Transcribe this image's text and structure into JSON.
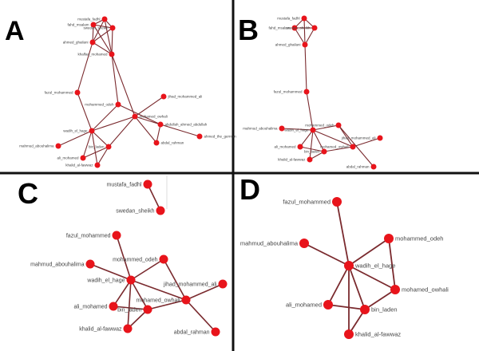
{
  "colors": {
    "node": "#e8141b",
    "edge": "#7a2a2e",
    "divider": "#111111"
  },
  "panels": [
    {
      "letter": "A",
      "nodes": [
        "mustafa_fadhl",
        "fahd_msalam",
        "swedan_sheikh",
        "ahmed_ghailani",
        "khalfan_mohamed",
        "fazul_mohammed",
        "mohammed_odeh",
        "jihad_mohammed_ali",
        "mohamed_owhali",
        "abdullah_ahmed_abdullah",
        "ahmed_the_german",
        "abdal_rahman",
        "wadih_el_hage",
        "bin_laden",
        "mahmud_abouhalima",
        "ali_mohamed",
        "khalid_al-fawwaz"
      ],
      "edges": [
        [
          "mustafa_fadhl",
          "fahd_msalam"
        ],
        [
          "mustafa_fadhl",
          "swedan_sheikh"
        ],
        [
          "mustafa_fadhl",
          "ahmed_ghailani"
        ],
        [
          "mustafa_fadhl",
          "khalfan_mohamed"
        ],
        [
          "fahd_msalam",
          "swedan_sheikh"
        ],
        [
          "fahd_msalam",
          "ahmed_ghailani"
        ],
        [
          "fahd_msalam",
          "khalfan_mohamed"
        ],
        [
          "swedan_sheikh",
          "ahmed_ghailani"
        ],
        [
          "swedan_sheikh",
          "khalfan_mohamed"
        ],
        [
          "ahmed_ghailani",
          "khalfan_mohamed"
        ],
        [
          "ahmed_ghailani",
          "fazul_mohammed"
        ],
        [
          "khalfan_mohamed",
          "mohammed_odeh"
        ],
        [
          "khalfan_mohamed",
          "mohamed_owhali"
        ],
        [
          "fazul_mohammed",
          "wadih_el_hage"
        ],
        [
          "mohammed_odeh",
          "wadih_el_hage"
        ],
        [
          "mohammed_odeh",
          "abdullah_ahmed_abdullah"
        ],
        [
          "mohamed_owhali",
          "jihad_mohammed_ali"
        ],
        [
          "mohamed_owhali",
          "abdullah_ahmed_abdullah"
        ],
        [
          "mohamed_owhali",
          "abdal_rahman"
        ],
        [
          "mohamed_owhali",
          "wadih_el_hage"
        ],
        [
          "mohamed_owhali",
          "bin_laden"
        ],
        [
          "abdullah_ahmed_abdullah",
          "ahmed_the_german"
        ],
        [
          "abdullah_ahmed_abdullah",
          "abdal_rahman"
        ],
        [
          "wadih_el_hage",
          "mahmud_abouhalima"
        ],
        [
          "wadih_el_hage",
          "bin_laden"
        ],
        [
          "wadih_el_hage",
          "ali_mohamed"
        ],
        [
          "wadih_el_hage",
          "khalid_al-fawwaz"
        ],
        [
          "bin_laden",
          "ali_mohamed"
        ],
        [
          "bin_laden",
          "khalid_al-fawwaz"
        ]
      ]
    },
    {
      "letter": "B",
      "nodes": [
        "mustafa_fadhl",
        "fahd_msalam",
        "swedan_sheikh",
        "ahmed_ghailani",
        "fazul_mohammed",
        "mohammed_odeh",
        "wadih_el_hage",
        "mahmud_abouhalima",
        "jihad_mohammed_ali",
        "ali_mohamed",
        "mohamed_owhali",
        "bin_laden",
        "khalid_al-fawwaz",
        "abdal_rahman"
      ],
      "edges": [
        [
          "mustafa_fadhl",
          "fahd_msalam"
        ],
        [
          "mustafa_fadhl",
          "swedan_sheikh"
        ],
        [
          "mustafa_fadhl",
          "ahmed_ghailani"
        ],
        [
          "fahd_msalam",
          "swedan_sheikh"
        ],
        [
          "fahd_msalam",
          "ahmed_ghailani"
        ],
        [
          "swedan_sheikh",
          "ahmed_ghailani"
        ],
        [
          "ahmed_ghailani",
          "fazul_mohammed"
        ],
        [
          "fazul_mohammed",
          "wadih_el_hage"
        ],
        [
          "wadih_el_hage",
          "mahmud_abouhalima"
        ],
        [
          "wadih_el_hage",
          "mohammed_odeh"
        ],
        [
          "wadih_el_hage",
          "mohamed_owhali"
        ],
        [
          "wadih_el_hage",
          "ali_mohamed"
        ],
        [
          "wadih_el_hage",
          "bin_laden"
        ],
        [
          "wadih_el_hage",
          "khalid_al-fawwaz"
        ],
        [
          "mohammed_odeh",
          "mohamed_owhali"
        ],
        [
          "mohammed_odeh",
          "abdal_rahman"
        ],
        [
          "mohamed_owhali",
          "jihad_mohammed_ali"
        ],
        [
          "mohamed_owhali",
          "bin_laden"
        ],
        [
          "ali_mohamed",
          "bin_laden"
        ],
        [
          "bin_laden",
          "khalid_al-fawwaz"
        ]
      ]
    },
    {
      "letter": "C",
      "nodes": [
        "mustafa_fadhl",
        "swedan_sheikh",
        "fazul_mohammed",
        "mohammed_odeh",
        "mahmud_abouhalima",
        "wadih_el_hage",
        "jihad_mohammed_ali",
        "mohamed_owhali",
        "ali_mohamed",
        "bin_laden",
        "khalid_al-fawwaz",
        "abdal_rahman"
      ],
      "edges": [
        [
          "mustafa_fadhl",
          "swedan_sheikh"
        ],
        [
          "fazul_mohammed",
          "wadih_el_hage"
        ],
        [
          "mahmud_abouhalima",
          "wadih_el_hage"
        ],
        [
          "mohammed_odeh",
          "wadih_el_hage"
        ],
        [
          "mohammed_odeh",
          "mohamed_owhali"
        ],
        [
          "wadih_el_hage",
          "mohamed_owhali"
        ],
        [
          "wadih_el_hage",
          "ali_mohamed"
        ],
        [
          "wadih_el_hage",
          "bin_laden"
        ],
        [
          "wadih_el_hage",
          "khalid_al-fawwaz"
        ],
        [
          "mohamed_owhali",
          "jihad_mohammed_ali"
        ],
        [
          "mohamed_owhali",
          "abdal_rahman"
        ],
        [
          "mohamed_owhali",
          "bin_laden"
        ],
        [
          "ali_mohamed",
          "bin_laden"
        ],
        [
          "bin_laden",
          "khalid_al-fawwaz"
        ]
      ]
    },
    {
      "letter": "D",
      "nodes": [
        "fazul_mohammed",
        "mahmud_abouhalima",
        "mohammed_odeh",
        "wadih_el_hage",
        "mohamed_owhali",
        "ali_mohamed",
        "bin_laden",
        "khalid_al-fawwaz"
      ],
      "edges": [
        [
          "fazul_mohammed",
          "wadih_el_hage"
        ],
        [
          "mahmud_abouhalima",
          "wadih_el_hage"
        ],
        [
          "mohammed_odeh",
          "wadih_el_hage"
        ],
        [
          "mohammed_odeh",
          "mohamed_owhali"
        ],
        [
          "wadih_el_hage",
          "mohamed_owhali"
        ],
        [
          "wadih_el_hage",
          "ali_mohamed"
        ],
        [
          "wadih_el_hage",
          "bin_laden"
        ],
        [
          "wadih_el_hage",
          "khalid_al-fawwaz"
        ],
        [
          "ali_mohamed",
          "bin_laden"
        ],
        [
          "bin_laden",
          "mohamed_owhali"
        ],
        [
          "bin_laden",
          "khalid_al-fawwaz"
        ]
      ]
    }
  ]
}
